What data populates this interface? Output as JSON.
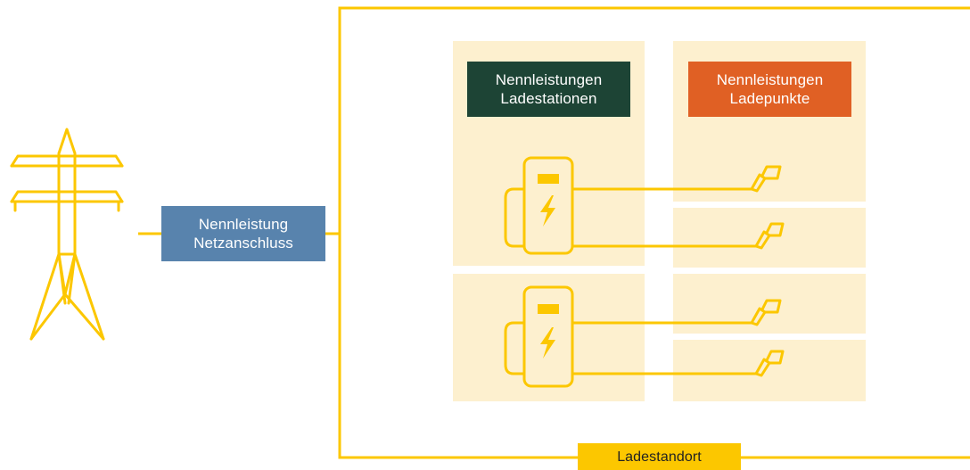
{
  "colors": {
    "yellow": "#fcc700",
    "panel": "#fdf0cf",
    "grid_box": "#5883ad",
    "stations_box": "#1d4435",
    "points_box": "#e06024"
  },
  "icons": [
    "power-pylon-icon",
    "charging-station-icon",
    "charging-plug-icon"
  ],
  "grid_connection": {
    "line1": "Nennleistung",
    "line2": "Netzanschluss"
  },
  "stations_header": {
    "line1": "Nennleistungen",
    "line2": "Ladestationen"
  },
  "points_header": {
    "line1": "Nennleistungen",
    "line2": "Ladepunkte"
  },
  "site": {
    "label": "Ladestandort"
  }
}
